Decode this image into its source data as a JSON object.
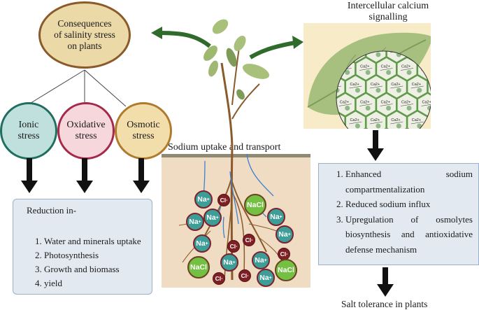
{
  "main_node": {
    "label": "Consequences of salinity stress on plants",
    "lines": [
      "Consequences",
      "of salinity stress",
      "on plants"
    ]
  },
  "stress_types": [
    {
      "line1": "Ionic",
      "line2": "stress",
      "color": "#bfe0dc"
    },
    {
      "line1": "Oxidative",
      "line2": "stress",
      "color": "#f5d7dc"
    },
    {
      "line1": "Osmotic",
      "line2": "stress",
      "color": "#f2deaa"
    }
  ],
  "reduction_box": {
    "heading": "Reduction in-",
    "items": [
      "Water and minerals uptake",
      "Photosynthesis",
      "Growth and biomass",
      "yield"
    ]
  },
  "soil_panel": {
    "title": "Sodium uptake and transport",
    "ions": {
      "na": "Na",
      "na_charge": "+",
      "cl": "Cl",
      "cl_charge": "-",
      "nacl": "NaCl"
    }
  },
  "leaf_panel": {
    "title_line1": "Intercellular calcium",
    "title_line2": "signalling",
    "cell_label": "Ca",
    "cell_charge": "2+"
  },
  "tolerance_box": {
    "items": [
      "Enhanced sodium compartmentalization",
      "Reduced sodium influx",
      "Upregulation of osmolytes biosynthesis and antioxidative defense mechanism"
    ]
  },
  "outcome": "Salt tolerance in plants",
  "colors": {
    "arrow_green": "#2f6b2a",
    "box_fill": "#e3e9f1",
    "soil": "#efdcc2",
    "root": "#8a5a2a",
    "flow_arrow": "#3f7fcf"
  }
}
